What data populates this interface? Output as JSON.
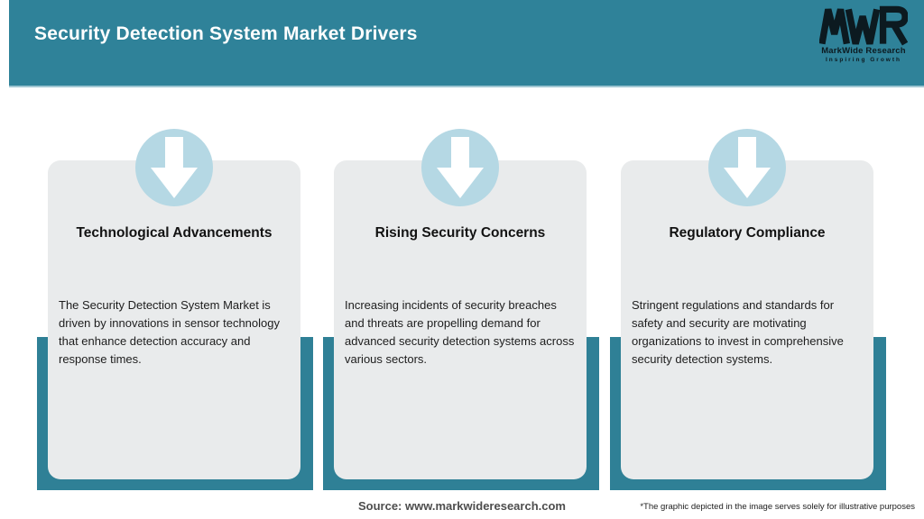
{
  "header": {
    "title": "Security Detection System Market Drivers",
    "logo": {
      "mark": "MWR",
      "name": "MarkWide Research",
      "tagline": "Inspiring Growth"
    }
  },
  "cards": [
    {
      "title": "Technological Advancements",
      "description": "The Security Detection System Market is driven by innovations in sensor technology that enhance detection accuracy and response times.",
      "icon": "down-arrow-icon"
    },
    {
      "title": "Rising Security Concerns",
      "description": "Increasing incidents of security breaches and threats are propelling demand for advanced security detection systems across various sectors.",
      "icon": "down-arrow-icon"
    },
    {
      "title": "Regulatory Compliance",
      "description": "Stringent regulations and standards for safety and security are motivating organizations to invest in comprehensive security detection systems.",
      "icon": "down-arrow-icon"
    }
  ],
  "footer": {
    "source": "Source: www.markwideresearch.com",
    "disclaimer": "*The graphic depicted in the image serves solely for illustrative purposes"
  },
  "colors": {
    "header_teal": "#2F8299",
    "header_teal_light": "#9FC6D2",
    "frame_teal": "#2F8096",
    "circle_blue": "#B5D8E4",
    "card_gray": "#E9EBEC",
    "logo_ink": "#0C1A20",
    "title_white": "#FFFFFF"
  }
}
